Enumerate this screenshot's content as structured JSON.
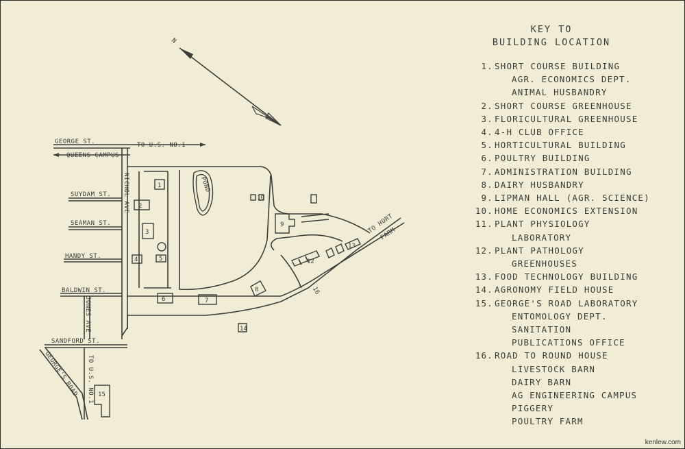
{
  "map": {
    "streets": {
      "george_st": "GEORGE ST.",
      "to_us1_top": "TO U.S. NO.1",
      "queens_campus": "QUEENS CAMPUS",
      "suydam_st": "SUYDAM ST.",
      "seaman_st": "SEAMAN ST.",
      "handy_st": "HANDY ST.",
      "baldwin_st": "BALDWIN ST.",
      "sandford_st": "SANDFORD ST.",
      "nichol_ave": "NICHOL AVE",
      "jones_ave": "JONES AVE",
      "georges_road": "GEORGE'S ROAD",
      "to_us1_bottom": "TO U.S. NO.1",
      "to_hort": "TO HORT",
      "farm": "FARM",
      "pond": "POND"
    },
    "north_label": "N",
    "building_numbers": [
      "1",
      "2",
      "3",
      "4",
      "5",
      "6",
      "7",
      "8",
      "9",
      "10",
      "11",
      "12",
      "13",
      "14",
      "15",
      "16"
    ]
  },
  "key": {
    "title_line1": "KEY TO",
    "title_line2": "BUILDING LOCATION",
    "items": [
      {
        "num": "1.",
        "lines": [
          "SHORT COURSE BUILDING",
          "AGR. ECONOMICS DEPT.",
          "ANIMAL HUSBANDRY"
        ]
      },
      {
        "num": "2.",
        "lines": [
          "SHORT COURSE GREENHOUSE"
        ]
      },
      {
        "num": "3.",
        "lines": [
          "FLORICULTURAL GREENHOUSE"
        ]
      },
      {
        "num": "4.",
        "lines": [
          "4-H CLUB OFFICE"
        ]
      },
      {
        "num": "5.",
        "lines": [
          "HORTICULTURAL BUILDING"
        ]
      },
      {
        "num": "6.",
        "lines": [
          "POULTRY BUILDING"
        ]
      },
      {
        "num": "7.",
        "lines": [
          "ADMINISTRATION BUILDING"
        ]
      },
      {
        "num": "8.",
        "lines": [
          "DAIRY HUSBANDRY"
        ]
      },
      {
        "num": "9.",
        "lines": [
          "LIPMAN HALL (AGR. SCIENCE)"
        ]
      },
      {
        "num": "10.",
        "lines": [
          "HOME ECONOMICS EXTENSION"
        ]
      },
      {
        "num": "11.",
        "lines": [
          "PLANT PHYSIOLOGY",
          "LABORATORY"
        ]
      },
      {
        "num": "12.",
        "lines": [
          "PLANT PATHOLOGY",
          "GREENHOUSES"
        ]
      },
      {
        "num": "13.",
        "lines": [
          "FOOD TECHNOLOGY BUILDING"
        ]
      },
      {
        "num": "14.",
        "lines": [
          "AGRONOMY FIELD HOUSE"
        ]
      },
      {
        "num": "15.",
        "lines": [
          "GEORGE'S ROAD LABORATORY",
          "ENTOMOLOGY DEPT.",
          "SANITATION",
          "PUBLICATIONS OFFICE"
        ]
      },
      {
        "num": "16.",
        "lines": [
          "ROAD TO ROUND HOUSE",
          "LIVESTOCK BARN",
          "DAIRY BARN",
          "AG ENGINEERING CAMPUS",
          "PIGGERY",
          "POULTRY FARM"
        ]
      }
    ]
  },
  "credit": "kenlew.com"
}
